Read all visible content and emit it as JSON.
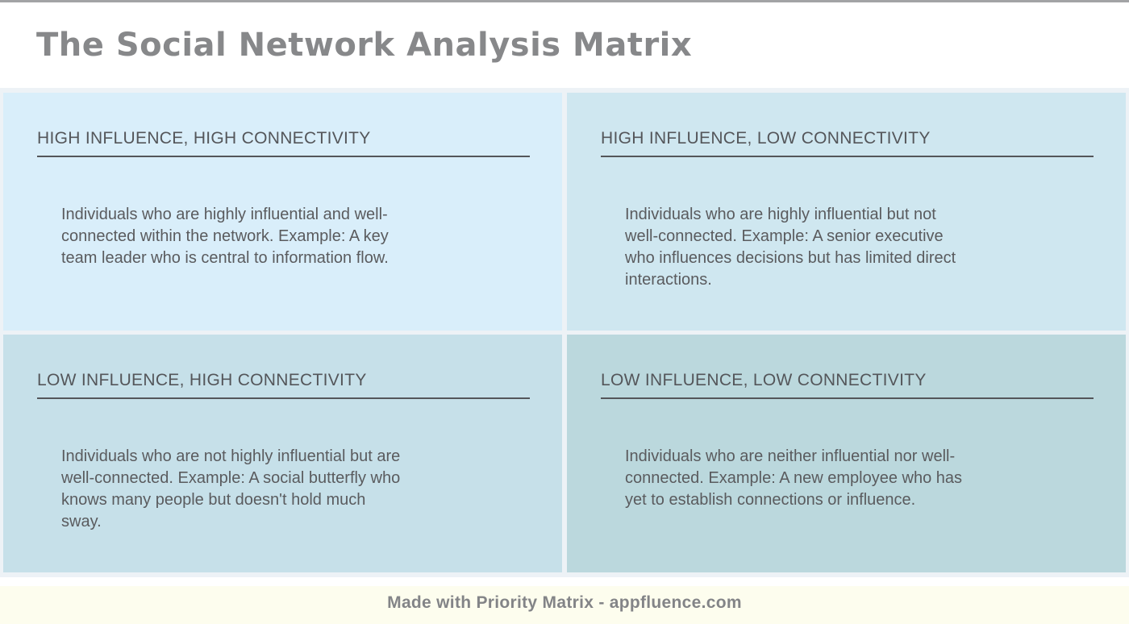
{
  "title": "The Social Network Analysis Matrix",
  "quadrants": [
    {
      "title": "HIGH INFLUENCE, HIGH CONNECTIVITY",
      "description": "Individuals who are highly influential and well-\nconnected within the network. Example: A key\nteam leader who is central to information flow.",
      "bg": "#d9eefa"
    },
    {
      "title": "HIGH INFLUENCE, LOW CONNECTIVITY",
      "description": "Individuals who are highly influential but not\nwell-connected. Example: A senior executive\nwho influences decisions but has limited direct\ninteractions.",
      "bg": "#cfe7f0"
    },
    {
      "title": "LOW INFLUENCE, HIGH CONNECTIVITY",
      "description": "Individuals who are not highly influential but are\nwell-connected. Example: A social butterfly who\nknows many people but doesn't hold much\nsway.",
      "bg": "#c6e0e9"
    },
    {
      "title": "LOW INFLUENCE, LOW CONNECTIVITY",
      "description": "Individuals who are neither influential nor well-\nconnected. Example: A new employee who has\nyet to establish connections or influence.",
      "bg": "#bbd8dd"
    }
  ],
  "footer": {
    "text": "Made with Priority Matrix - appfluence.com",
    "bg": "#fdfdee"
  },
  "colors": {
    "top_border": "#a2a3a5",
    "matrix_gutter": "#edf2f6",
    "title_text": "#87888a",
    "quadrant_heading_text": "#54565a",
    "quadrant_body_text": "#5a5b5e",
    "footer_text": "#838487"
  }
}
